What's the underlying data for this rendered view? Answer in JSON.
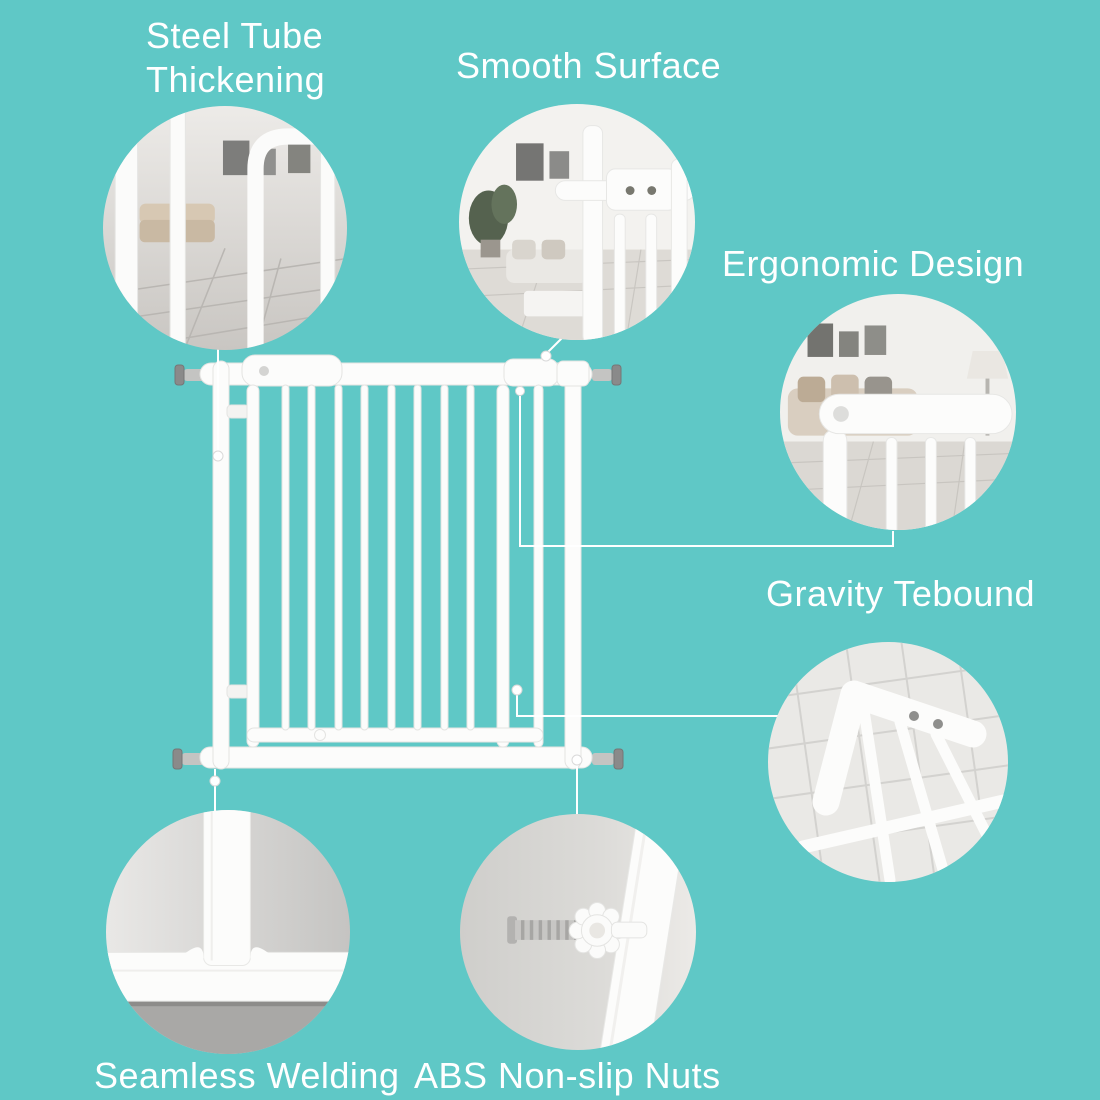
{
  "page": {
    "background_color": "#5fc8c6",
    "text_color": "#ffffff",
    "illustration_name": "white-pressure-mounted-safety-gate"
  },
  "features": [
    {
      "label": "Steel Tube Thickening",
      "photo_name": "steel-tubes-closeup"
    },
    {
      "label": "Smooth Surface",
      "photo_name": "gate-frame-surface-closeup"
    },
    {
      "label": "Ergonomic Design",
      "photo_name": "gate-handle-closeup"
    },
    {
      "label": "Gravity Tebound",
      "photo_name": "gate-corner-hinge-closeup"
    },
    {
      "label": "Seamless Welding",
      "photo_name": "welded-joint-closeup"
    },
    {
      "label": "ABS Non-slip Nuts",
      "photo_name": "abs-nut-bolt-closeup"
    }
  ]
}
